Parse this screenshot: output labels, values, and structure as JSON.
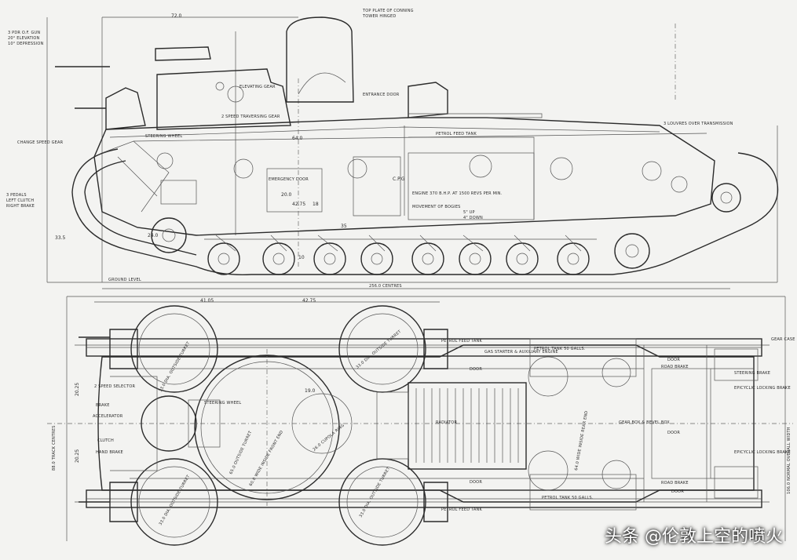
{
  "side_labels": {
    "gun": "3 PDR O.F. GUN",
    "elevation": "20° ELEVATION",
    "depression": "10° DEPRESSION",
    "top_plate": "TOP PLATE OF CONNING",
    "tower_hinged": "TOWER HINGED",
    "change_speed": "CHANGE SPEED GEAR",
    "steering_wheel": "STEERING WHEEL",
    "elevating_gear": "ELEVATING GEAR",
    "traversing_gear": "2 SPEED TRAVERSING GEAR",
    "entrance_door": "ENTRANCE DOOR",
    "louvres": "3 LOUVRES OVER TRANSMISSION",
    "petrol_feed_tank": "PETROL FEED TANK",
    "emergency_door": "EMERGENCY DOOR",
    "engine": "ENGINE 370 B.H.P. AT 1500 REVS PER MIN.",
    "movement_bogies": "MOVEMENT OF BOGIES",
    "bogie_up": "5\" UP",
    "bogie_down": "4\" DOWN",
    "pedals_1": "3 PEDALS",
    "pedals_2": "LEFT CLUTCH",
    "pedals_3": "RIGHT BRAKE",
    "ground_level": "GROUND LEVEL",
    "track_centres": "256.0 CENTRES"
  },
  "side_dims": {
    "d1": "72.0",
    "d2": "64.0",
    "d3": "20.0",
    "d4": "42.75",
    "d5": "18",
    "d6": "35",
    "d7": "10",
    "d8": "24.0",
    "d9": "33.5",
    "d10": "C.P.G"
  },
  "plan_labels": {
    "petrol_feed_tank_top": "PETROL FEED TANK",
    "petrol_feed_tank_bottom": "PETROL FEED TANK",
    "gas_starter": "GAS STARTER & AUXILIARY ENGINE",
    "petrol_tank_top": "PETROL TANK 50 GALLS.",
    "petrol_tank_bottom": "PETROL TANK 50 GALLS.",
    "door1": "DOOR",
    "door2": "DOOR",
    "door3": "DOOR",
    "door4": "DOOR",
    "door5": "DOOR",
    "gearbox": "GEAR BOX & BEVEL BOX",
    "road_brake_top": "ROAD BRAKE",
    "road_brake_bottom": "ROAD BRAKE",
    "steering_brake": "STEERING BRAKE",
    "epicyclic_1": "EPICYCLIC LOCKING BRAKE",
    "epicyclic_2": "EPICYCLIC LOCKING BRAKE",
    "gear_case": "GEAR CASE",
    "speed_selector": "2 SPEED SELECTOR",
    "brake": "BRAKE",
    "accelerator": "ACCELERATOR",
    "clutch": "CLUTCH",
    "hand_brake": "HAND BRAKE",
    "turret_note_1": "33.0 DIA. OUTSIDE TURRET",
    "turret_note_2": "33.0 DIA. OUTSIDE TURRET",
    "turret_note_3": "33.0 DIA. OUTSIDE TURRET",
    "turret_note_4": "33.0 DIA. OUTSIDE TURRET",
    "main_turret": "65.0 OUTSIDE TURRET",
    "ring_note": "60.0 WIDE INSIDE FRONT END",
    "cupola_note": "26.0 CUPOLA RING",
    "radiator": "RADIATOR",
    "steering_note": "STEERING WHEEL",
    "width_front": "64.0 WIDE INSIDE REAR END",
    "overall_width": "106.0 NORMAL OVERALL WIDTH",
    "track_centres": "88.0 TRACK CENTRES"
  },
  "plan_dims": {
    "a": "41.05",
    "b": "42.75",
    "c": "19.0",
    "d": "20.25",
    "e": "20.25"
  },
  "watermark": "头条 @伦敦上空的喷火"
}
